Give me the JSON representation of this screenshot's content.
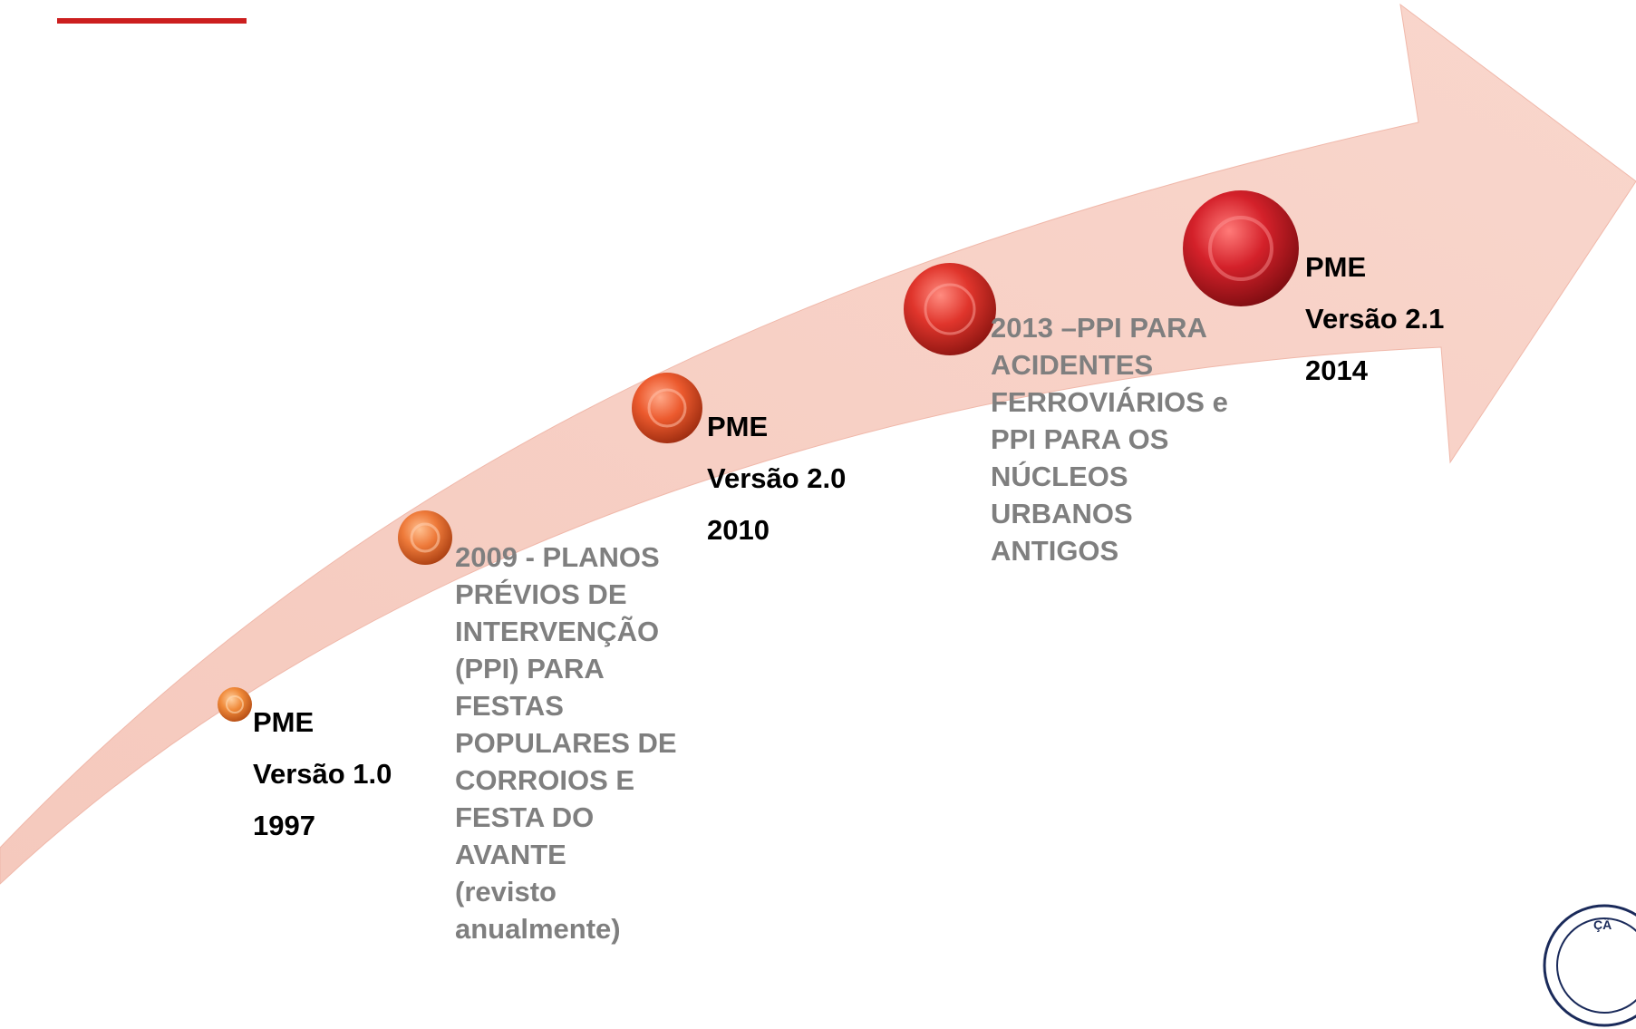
{
  "colors": {
    "accent_rule": "#cc1f1f",
    "arrow_fill": "#f2c4b8",
    "milestone_text": "#000000",
    "event_text": "#7f7f7f",
    "bubble_1": "#f08a3a",
    "bubble_2": "#ee7a3a",
    "bubble_3": "#ec5a2e",
    "bubble_4": "#e0352c",
    "bubble_5": "#d4212a",
    "logo_ring": "#1a2a5a"
  },
  "milestones": [
    {
      "title": "PME",
      "version": "Versão 1.0",
      "year": "1997"
    },
    {
      "title": "PME",
      "version": "Versão 2.0",
      "year": "2010"
    },
    {
      "title": "PME",
      "version": "Versão 2.1",
      "year": "2014"
    }
  ],
  "events": [
    {
      "text": "2009 - PLANOS\nPRÉVIOS DE\nINTERVENÇÃO\n(PPI) PARA\nFESTAS\nPOPULARES DE\nCORROIOS E\nFESTA DO\nAVANTE\n(revisto\nanualmente)"
    },
    {
      "text": "2013 –PPI PARA\nACIDENTES\nFERROVIÁRIOS e\nPPI PARA OS\nNÚCLEOS\nURBANOS\nANTIGOS"
    }
  ],
  "logo": {
    "icon": "emblem-icon",
    "partial_text": "ÇÃ"
  }
}
